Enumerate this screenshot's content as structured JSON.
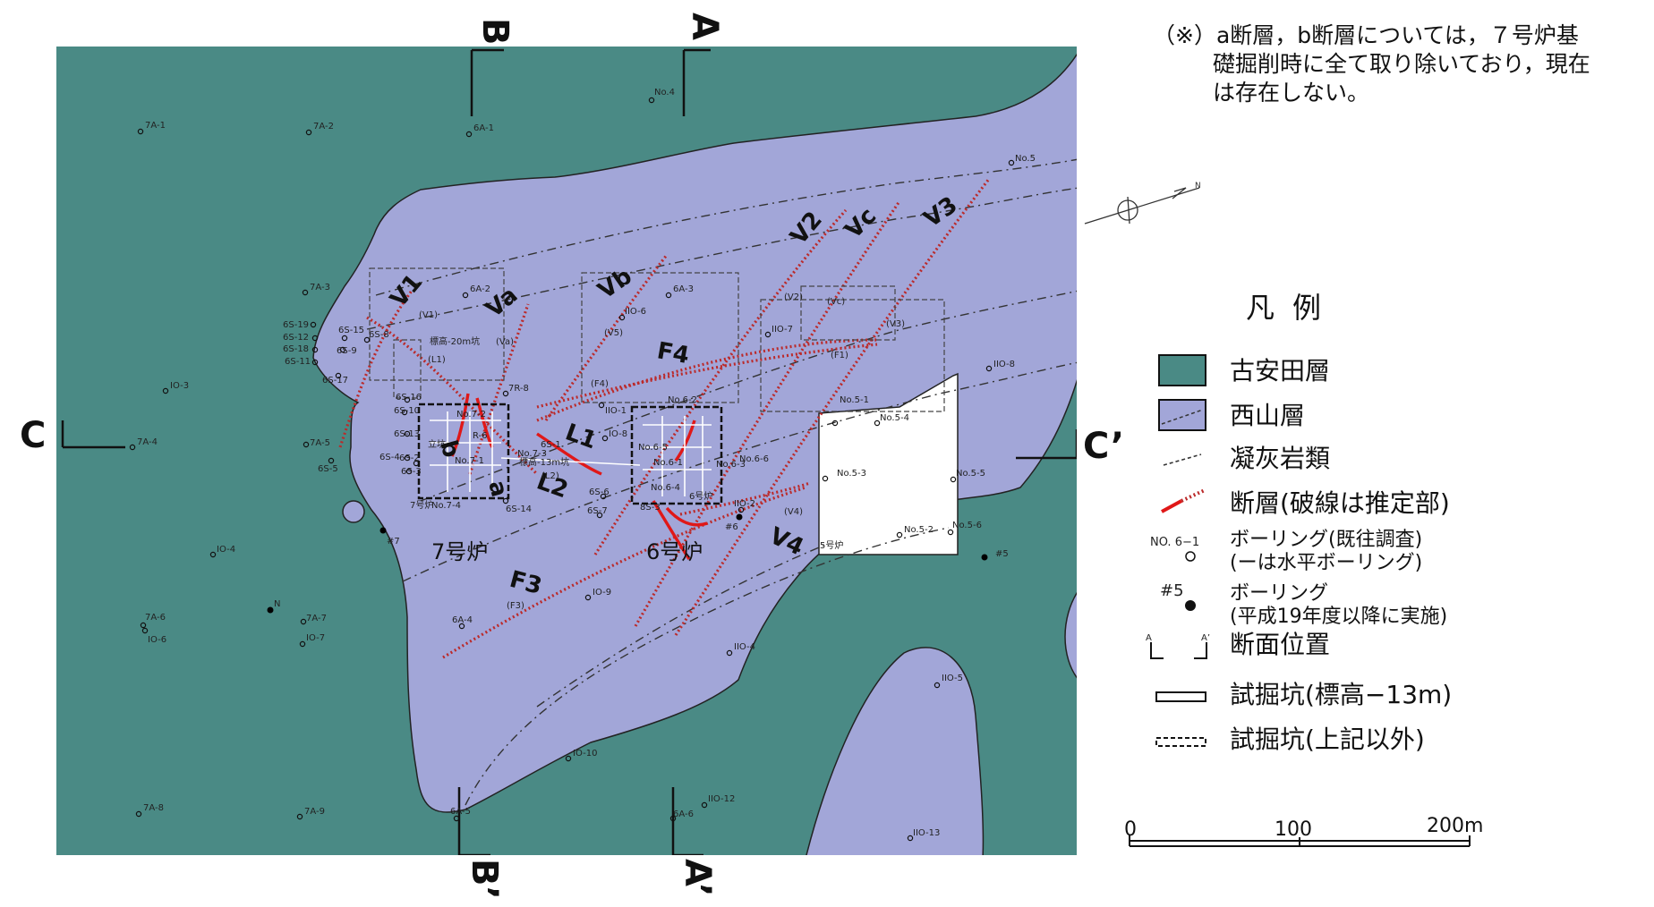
{
  "note": {
    "lines": [
      "（※）a断層，b断層については，７号炉基",
      "礎掘削時に全て取り除いており，現在",
      "は存在しない。"
    ]
  },
  "sections": {
    "A_top": "A",
    "A_bottom": "A’",
    "B_top": "B",
    "B_bottom": "B’",
    "C_left": "C",
    "C_right": "C’",
    "north": "N"
  },
  "plants": {
    "unit7": "7号炉",
    "unit6": "6号炉"
  },
  "faults": {
    "V1": "V1",
    "Va": "Va",
    "Vb": "Vb",
    "V2": "V2",
    "Vc": "Vc",
    "V3": "V3",
    "V4": "V4",
    "F3": "F3",
    "F4": "F4",
    "L1": "L1",
    "L2": "L2",
    "a": "a",
    "b": "b",
    "V1s": "(V1)",
    "Vas": "(Va)",
    "V2s": "(V2)",
    "Vcs": "(Vc)",
    "V3s": "(V3)",
    "V4s": "(V4)",
    "Vbs": "(V5)",
    "F3s": "(F3)",
    "F4s": "(F4)",
    "L1s": "(L1)",
    "L2s": "(L2)",
    "F1s": "(F1)"
  },
  "pit_labels": {
    "p1": "標高-20m坑",
    "p2": "標高-13m坑",
    "p3": "立坑",
    "p4": "6号炉",
    "p5": "7号炉",
    "p6": "5号炉"
  },
  "boreholes": {
    "b7A1": "7A-1",
    "b7A2": "7A-2",
    "b6A1": "6A-1",
    "bNo4": "No.4",
    "bNo5": "No.5",
    "b7A3": "7A-3",
    "b6A2": "6A-2",
    "b6A3": "6A-3",
    "bII06": "IIO-6",
    "bII07": "IIO-7",
    "bII08": "IIO-8",
    "b6S19": "6S-19",
    "b6S12": "6S-12",
    "b6S18": "6S-18",
    "b6S11": "6S-11",
    "b6S15": "6S-15",
    "b6S9": "6S-9",
    "b6S8": "6S-8",
    "b6S17": "6S-17",
    "bIO3": "IO-3",
    "b6S16": "6S-16",
    "b6S10": "6S-10",
    "b6S13": "6S-13",
    "b6S4": "6S-4",
    "b6S2": "6S-2",
    "b6S3": "6S-3",
    "b7A5": "7A-5",
    "b6S5": "6S-5",
    "b7A4": "7A-4",
    "b7R8": "7R-8",
    "bII01": "IIO-1",
    "bIO8": "IO-8",
    "b6S6": "6S-6",
    "b6S7": "6S-7",
    "b6S14": "6S-14",
    "b6S1": "6S-1",
    "bNo72": "No.7-2",
    "bNo73": "No.7-3",
    "bNo71": "No.7-1",
    "bNo74": "No.7-4",
    "bR6": "R-6",
    "bNo62": "No.6-2",
    "bNo61": "No.6-1",
    "bNo63": "No.6-3",
    "bNo64": "No.6-4",
    "bNo65": "No.6-5",
    "bNo66": "No.6-6",
    "bNo51": "No.5-1",
    "bNo54": "No.5-4",
    "bNo53": "No.5-3",
    "bNo55": "No.5-5",
    "bNo52": "No.5-2",
    "bNo56": "No.5-6",
    "bII02": "IIO-2",
    "b8S3": "8S-3",
    "bIO4": "IO-4",
    "bIO9": "IO-9",
    "b6A4": "6A-4",
    "b7A6": "7A-6",
    "bIO6": "IO-6",
    "b7A7": "7A-7",
    "bIO7": "IO-7",
    "bII04": "IIO-4",
    "bII05": "IIO-5",
    "bIO10": "IO-10",
    "b7A8": "7A-8",
    "b7A9": "7A-9",
    "b6A5": "6A-5",
    "b6A6": "6A-6",
    "bII012": "IIO-12",
    "bII013": "IIO-13",
    "bh7": "#7",
    "bh6": "#6",
    "bh5": "#5"
  },
  "legend": {
    "title": "凡例",
    "items": [
      {
        "label": "古安田層"
      },
      {
        "label": "西山層"
      },
      {
        "label": "凝灰岩類"
      },
      {
        "label": "断層(破線は推定部)"
      },
      {
        "label": "ボーリング(既往調査)",
        "sub": "(ーは水平ボーリング)",
        "symbol": "NO. 6−1"
      },
      {
        "label": "ボーリング",
        "sub": "(平成19年度以降に実施)",
        "symbol": "#5"
      },
      {
        "label": "断面位置",
        "symbol_a": "A",
        "symbol_b": "A’"
      },
      {
        "label": "試掘坑(標高−13m)"
      },
      {
        "label": "試掘坑(上記以外)"
      }
    ]
  },
  "scale": {
    "min": "0",
    "mid": "100",
    "max": "200m",
    "max_value_m": 200
  },
  "colors": {
    "koyasuda": "#4a8a85",
    "nishiyama": "#a2a6d8",
    "fault": "#bb2a2a",
    "fault_solid": "#e01818"
  }
}
